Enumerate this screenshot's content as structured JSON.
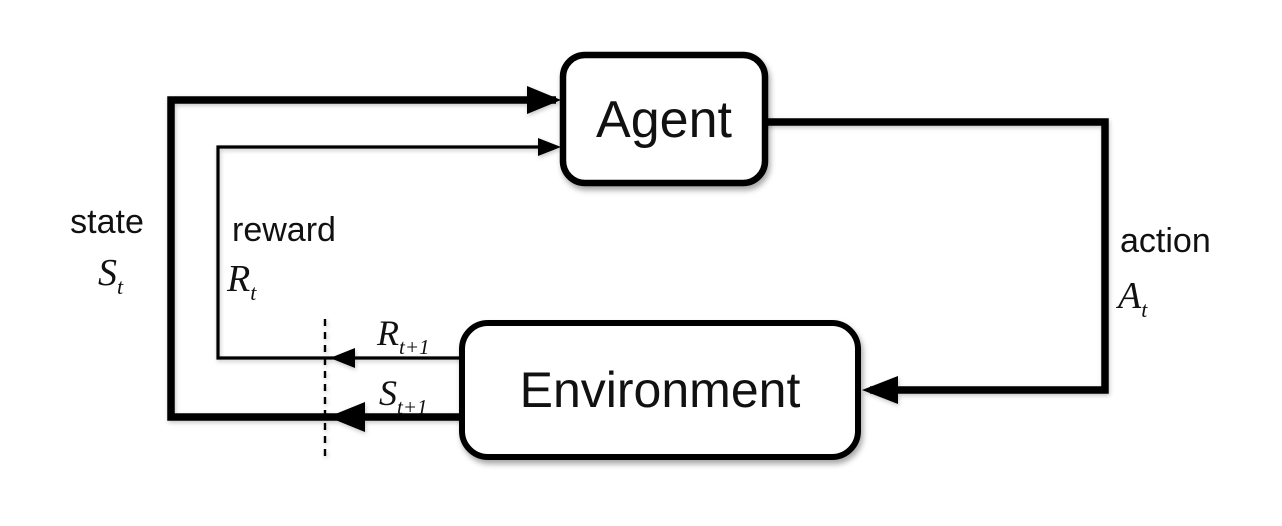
{
  "diagram": {
    "nodes": {
      "agent": {
        "label": "Agent"
      },
      "environment": {
        "label": "Environment"
      }
    },
    "edges": {
      "state": {
        "word": "state",
        "symbol_base": "S",
        "symbol_sub": "t"
      },
      "reward": {
        "word": "reward",
        "symbol_base": "R",
        "symbol_sub": "t"
      },
      "action": {
        "word": "action",
        "symbol_base": "A",
        "symbol_sub": "t"
      },
      "next_reward": {
        "symbol_base": "R",
        "symbol_sub": "t+1"
      },
      "next_state": {
        "symbol_base": "S",
        "symbol_sub": "t+1"
      }
    },
    "colors": {
      "line": "#000000",
      "box_fill": "#ffffff",
      "box_stroke": "#000000",
      "background": "#ffffff"
    }
  }
}
